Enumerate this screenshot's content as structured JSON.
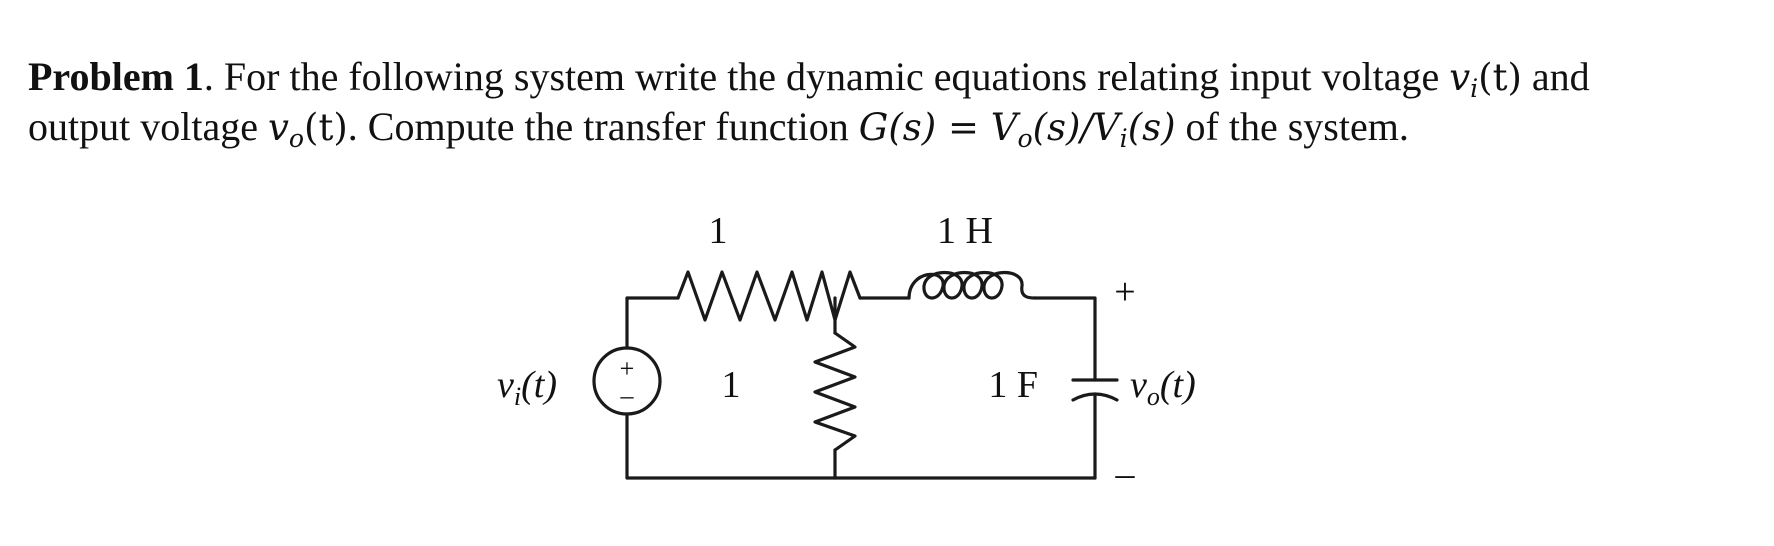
{
  "problem": {
    "heading": "Problem 1",
    "line1_a": ". For the following system write the dynamic equations relating input voltage ",
    "vi_var": "v",
    "vi_sub": "i",
    "vi_arg": "(t)",
    "line1_b": " and",
    "line2_a": "output voltage ",
    "vo_var": "v",
    "vo_sub": "o",
    "vo_arg": "(t)",
    "line2_b": ". Compute the transfer function ",
    "g_expr": "G(s) = V",
    "g_sub_o": "o",
    "g_mid": "(s)/V",
    "g_sub_i": "i",
    "g_end": "(s)",
    "line2_c": " of the system."
  },
  "circuit": {
    "r_series_value": "1",
    "r_shunt_value": "1",
    "inductor_value": "1 H",
    "capacitor_value": "1 F",
    "source_label": "v",
    "source_sub": "i",
    "source_arg": "(t)",
    "output_label": "v",
    "output_sub": "o",
    "output_arg": "(t)",
    "plus": "+",
    "minus": "–",
    "source_plus": "+",
    "source_minus": "–"
  }
}
